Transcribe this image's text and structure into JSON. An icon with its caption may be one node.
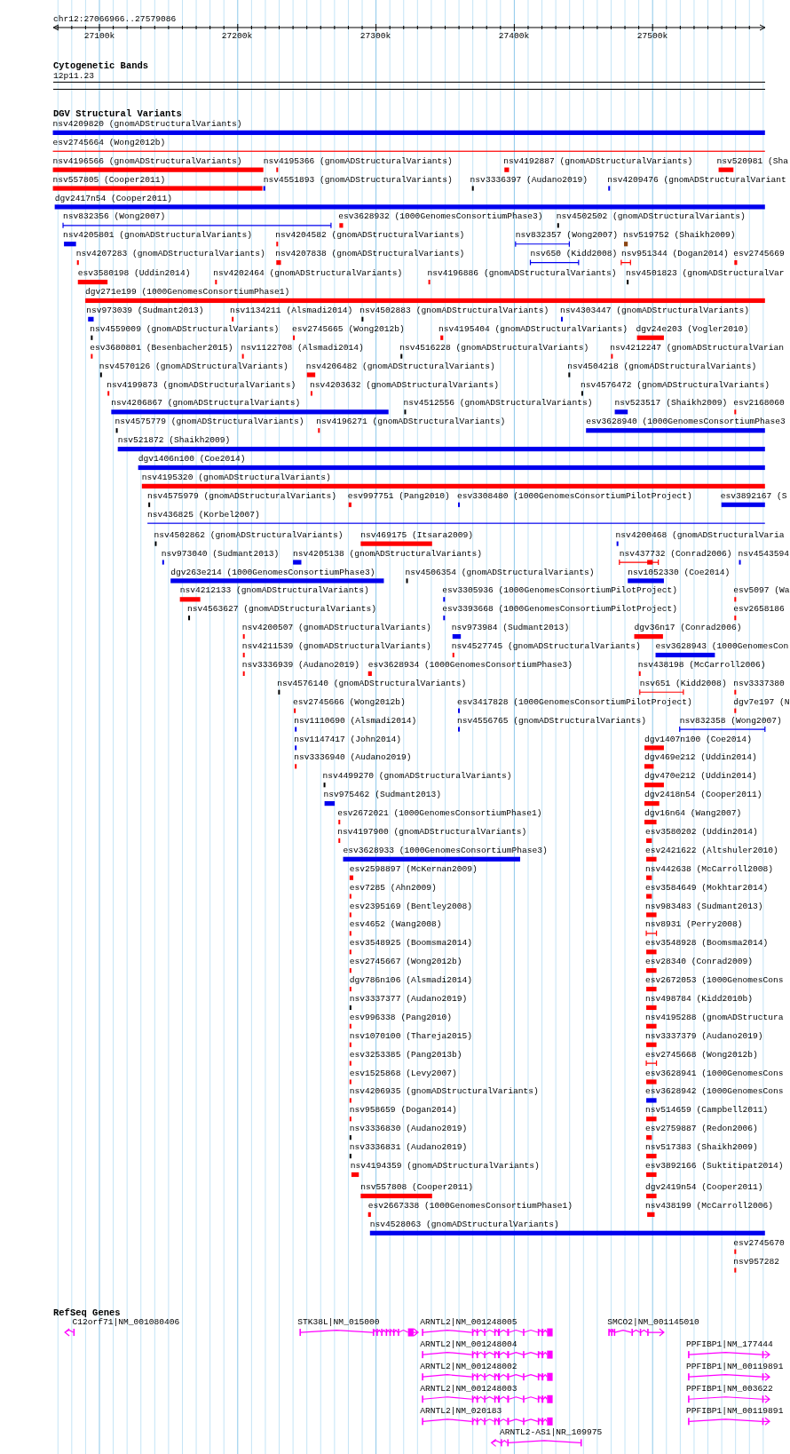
{
  "diagram": {
    "labels": [
      "chr12:27066966..27579086",
      "27100k",
      "27200k",
      "27300k",
      "27400k",
      "27500k",
      "Cytogenetic Bands",
      "12p11.23",
      "DGV Structural Variants",
      "nsv4209820 (gnomADStructuralVariants)",
      "esv2745664 (Wong2012b)",
      "nsv4196566 (gnomADStructuralVariants)",
      "nsv4195366 (gnomADStructuralVariants)",
      "nsv4192887 (gnomADStructuralVariants)",
      "nsv520981 (Sha",
      "nsv557805 (Cooper2011)",
      "nsv4551893 (gnomADStructuralVariants)",
      "nsv3336397 (Audano2019)",
      "nsv4209476 (gnomADStructuralVariant",
      "dgv2417n54 (Cooper2011)",
      "nsv832356 (Wong2007)",
      "esv3628932 (1000GenomesConsortiumPhase3)",
      "nsv4502502 (gnomADStructuralVariants)",
      "nsv4205801 (gnomADStructuralVariants)",
      "nsv4204582 (gnomADStructuralVariants)",
      "nsv832357 (Wong2007)",
      "nsv519752 (Shaikh2009)",
      "nsv4207283 (gnomADStructuralVariants)",
      "nsv4207838 (gnomADStructuralVariants)",
      "nsv650 (Kidd2008)",
      "nsv951344 (Dogan2014)",
      "esv2745669",
      "esv3580198 (Uddin2014)",
      "nsv4202464 (gnomADStructuralVariants)",
      "nsv4196886 (gnomADStructuralVariants)",
      "nsv4501823 (gnomADStructuralVar",
      "dgv271e199 (1000GenomesConsortiumPhase1)",
      "nsv973039 (Sudmant2013)",
      "nsv1134211 (Alsmadi2014)",
      "nsv4502883 (gnomADStructuralVariants)",
      "nsv4303447 (gnomADStructuralVariants)",
      "nsv4559009 (gnomADStructuralVariants)",
      "esv2745665 (Wong2012b)",
      "nsv4195404 (gnomADStructuralVariants)",
      "dgv24e203 (Vogler2010)",
      "esv3680801 (Besenbacher2015)",
      "nsv1122708 (Alsmadi2014)",
      "nsv4516228 (gnomADStructuralVariants)",
      "nsv4212247 (gnomADStructuralVarian",
      "nsv4570126 (gnomADStructuralVariants)",
      "nsv4206482 (gnomADStructuralVariants)",
      "nsv4504218 (gnomADStructuralVariants)",
      "nsv4199873 (gnomADStructuralVariants)",
      "nsv4203632 (gnomADStructuralVariants)",
      "nsv4576472 (gnomADStructuralVariants)",
      "nsv4206867 (gnomADStructuralVariants)",
      "nsv4512556 (gnomADStructuralVariants)",
      "nsv523517 (Shaikh2009)",
      "esv2168060",
      "nsv4575779 (gnomADStructuralVariants)",
      "nsv4196271 (gnomADStructuralVariants)",
      "esv3628940 (1000GenomesConsortiumPhase3",
      "nsv521872 (Shaikh2009)",
      "dgv1406n100 (Coe2014)",
      "nsv4195320 (gnomADStructuralVariants)",
      "nsv4575979 (gnomADStructuralVariants)",
      "esv997751 (Pang2010)",
      "esv3308480 (1000GenomesConsortiumPilotProject)",
      "esv3892167 (S",
      "nsv436825 (Korbel2007)",
      "nsv4502862 (gnomADStructuralVariants)",
      "nsv469175 (Itsara2009)",
      "nsv4200468 (gnomADStructuralVaria",
      "nsv973040 (Sudmant2013)",
      "nsv4205138 (gnomADStructuralVariants)",
      "nsv437732 (Conrad2006)",
      "nsv4543594",
      "dgv263e214 (1000GenomesConsortiumPhase3)",
      "nsv4506354 (gnomADStructuralVariants)",
      "nsv1052330 (Coe2014)",
      "nsv4212133 (gnomADStructuralVariants)",
      "esv3305936 (1000GenomesConsortiumPilotProject)",
      "esv5097 (Wa",
      "nsv4563627 (gnomADStructuralVariants)",
      "esv3393668 (1000GenomesConsortiumPilotProject)",
      "esv2658186",
      "nsv4200507 (gnomADStructuralVariants)",
      "nsv973984 (Sudmant2013)",
      "dgv36n17 (Conrad2006)",
      "nsv4211539 (gnomADStructuralVariants)",
      "nsv4527745 (gnomADStructuralVariants)",
      "esv3628943 (1000GenomesCon",
      "nsv3336939 (Audano2019)",
      "esv3628934 (1000GenomesConsortiumPhase3)",
      "nsv438198 (McCarroll2006)",
      "nsv4576140 (gnomADStructuralVariants)",
      "nsv651 (Kidd2008)",
      "nsv3337380",
      "esv2745666 (Wong2012b)",
      "esv3417828 (1000GenomesConsortiumPilotProject)",
      "dgv7e197 (N",
      "nsv1110690 (Alsmadi2014)",
      "nsv4556765 (gnomADStructuralVariants)",
      "nsv832358 (Wong2007)",
      "nsv1147417 (John2014)",
      "dgv1407n100 (Coe2014)",
      "nsv3336940 (Audano2019)",
      "dgv469e212 (Uddin2014)",
      "nsv4499270 (gnomADStructuralVariants)",
      "dgv470e212 (Uddin2014)",
      "nsv975462 (Sudmant2013)",
      "dgv2418n54 (Cooper2011)",
      "esv2672021 (1000GenomesConsortiumPhase1)",
      "dgv16n64 (Wang2007)",
      "nsv4197900 (gnomADStructuralVariants)",
      "esv3580202 (Uddin2014)",
      "esv3628933 (1000GenomesConsortiumPhase3)",
      "esv2421622 (Altshuler2010)",
      "esv2598897 (McKernan2009)",
      "nsv442638 (McCarroll2008)",
      "esv7285 (Ahn2009)",
      "esv3584649 (Mokhtar2014)",
      "esv2395169 (Bentley2008)",
      "nsv983483 (Sudmant2013)",
      "esv4652 (Wang2008)",
      "nsv8931 (Perry2008)",
      "esv3548925 (Boomsma2014)",
      "esv3548928 (Boomsma2014)",
      "esv2745667 (Wong2012b)",
      "esv28340 (Conrad2009)",
      "dgv786n106 (Alsmadi2014)",
      "esv2672053 (1000GenomesCons",
      "nsv3337377 (Audano2019)",
      "nsv498784 (Kidd2010b)",
      "esv996338 (Pang2010)",
      "nsv4195288 (gnomADStructura",
      "nsv1070100 (Thareja2015)",
      "nsv3337379 (Audano2019)",
      "esv3253385 (Pang2013b)",
      "esv2745668 (Wong2012b)",
      "esv1525868 (Levy2007)",
      "esv3628941 (1000GenomesCons",
      "nsv4206935 (gnomADStructuralVariants)",
      "esv3628942 (1000GenomesCons",
      "nsv958659 (Dogan2014)",
      "nsv514659 (Campbell2011)",
      "nsv3336830 (Audano2019)",
      "esv2759887 (Redon2006)",
      "nsv3336831 (Audano2019)",
      "nsv517383 (Shaikh2009)",
      "nsv4194359 (gnomADStructuralVariants)",
      "esv3892166 (Suktitipat2014)",
      "nsv557808 (Cooper2011)",
      "dgv2419n54 (Cooper2011)",
      "esv2667338 (1000GenomesConsortiumPhase1)",
      "nsv438199 (McCarroll2006)",
      "nsv4528063 (gnomADStructuralVariants)",
      "esv2745670",
      "nsv957282",
      "RefSeq Genes",
      "C12orf71|NM_001080406",
      "STK38L|NM_015000",
      "ARNTL2|NM_001248005",
      "SMCO2|NM_001145010",
      "ARNTL2|NM_001248004",
      "PPFIBP1|NM_177444",
      "ARNTL2|NM_001248002",
      "PPFIBP1|NM_00119891",
      "ARNTL2|NM_001248003",
      "PPFIBP1|NM_003622",
      "ARNTL2|NM_020183",
      "PPFIBP1|NM_00119891",
      "ARNTL2-AS1|NR_109975"
    ]
  }
}
